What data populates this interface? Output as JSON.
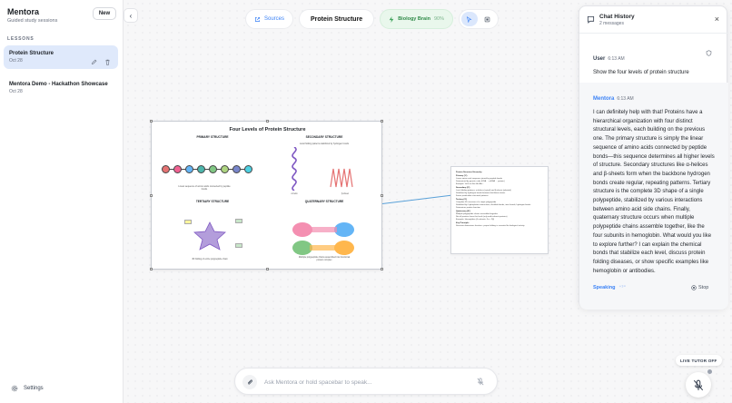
{
  "sidebar": {
    "brand_title": "Mentora",
    "brand_subtitle": "Guided study sessions",
    "new_label": "New",
    "lessons_label": "LESSONS",
    "lessons": [
      {
        "title": "Protein Structure",
        "date": "Oct 28"
      },
      {
        "title": "Mentora Demo - Hackathon Showcase",
        "date": "Oct 28"
      }
    ],
    "settings_label": "Settings"
  },
  "toolbar": {
    "sources_label": "Sources",
    "lesson_title": "Protein Structure",
    "brain_label": "Biology Brain",
    "brain_percent": "90%"
  },
  "canvas": {
    "card_title": "Four Levels of Protein Structure",
    "sections": {
      "primary": "PRIMARY STRUCTURE",
      "secondary": "SECONDARY STRUCTURE",
      "tertiary": "TERTIARY STRUCTURE",
      "quaternary": "QUATERNARY STRUCTURE"
    },
    "secondary_caption": "Local folding patterns stabilized by hydrogen bonds",
    "primary_caption": "Linear sequence of amino acids connected by peptide bonds",
    "helix_label": "α-helix",
    "sheet_label": "β-sheet",
    "tertiary_caption": "3D folding of entire polypeptide chain",
    "quaternary_caption": "Multiple polypeptide chains assembled into functional protein complex",
    "notes": [
      {
        "head": "Protein Structure Hierarchy",
        "lines": []
      },
      {
        "head": "Primary (1°)",
        "lines": [
          "Linear amino acid sequence joined by peptide bonds",
          "Determined by genetic code (DNA → mRNA → protein)",
          "Example: Val-Leu-Ser-His-Ala..."
        ]
      },
      {
        "head": "Secondary (2°)",
        "lines": [
          "Local folding patterns: α-helices (spiral) and β-sheets (pleated)",
          "Stabilized by hydrogen bonds between backbone atoms",
          "Forms predictable structural patterns"
        ]
      },
      {
        "head": "Tertiary (3°)",
        "lines": [
          "Complete 3D structure of a single polypeptide",
          "Stabilized by: hydrophobic interactions, disulfide bonds, ionic bonds, hydrogen bonds",
          "Determines protein function"
        ]
      },
      {
        "head": "Quaternary (4°)",
        "lines": [
          "Multiple polypeptide chains assembled together",
          "Not all proteins have this level (only multi-subunit proteins)",
          "Example: Hemoglobin (4 subunits: 2α + 2β)"
        ]
      },
      {
        "head": "Key Principle:",
        "lines": [
          "Structure determines function - proper folding is essential for biological activity"
        ]
      }
    ]
  },
  "chat": {
    "title": "Chat History",
    "count": "2 messages",
    "user_sender": "User",
    "user_time": "6:13 AM",
    "user_message": "Show the four levels of protein structure",
    "ai_sender": "Mentora",
    "ai_time": "6:13 AM",
    "ai_message": "I can definitely help with that! Proteins have a hierarchical organization with four distinct structural levels, each building on the previous one. The primary structure is simply the linear sequence of amino acids connected by peptide bonds—this sequence determines all higher levels of structure. Secondary structures like α-helices and β-sheets form when the backbone hydrogen bonds create regular, repeating patterns. Tertiary structure is the complete 3D shape of a single polypeptide, stabilized by various interactions between amino acid side chains. Finally, quaternary structure occurs when multiple polypeptide chains assemble together, like the four subunits in hemoglobin. What would you like to explore further? I can explain the chemical bonds that stabilize each level, discuss protein folding diseases, or show specific examples like hemoglobin or antibodies.",
    "speaking_label": "Speaking",
    "speaking_indicator": "⁺¹⁼",
    "stop_label": "Stop"
  },
  "input": {
    "placeholder": "Ask Mentora or hold spacebar to speak..."
  },
  "live_tutor": {
    "label": "LIVE TUTOR OFF"
  },
  "colors": {
    "accent": "#3b82f6",
    "active_lesson_bg": "#dfe9fb",
    "brain_green": "#2f8a48",
    "connector": "#5aa1d8"
  }
}
